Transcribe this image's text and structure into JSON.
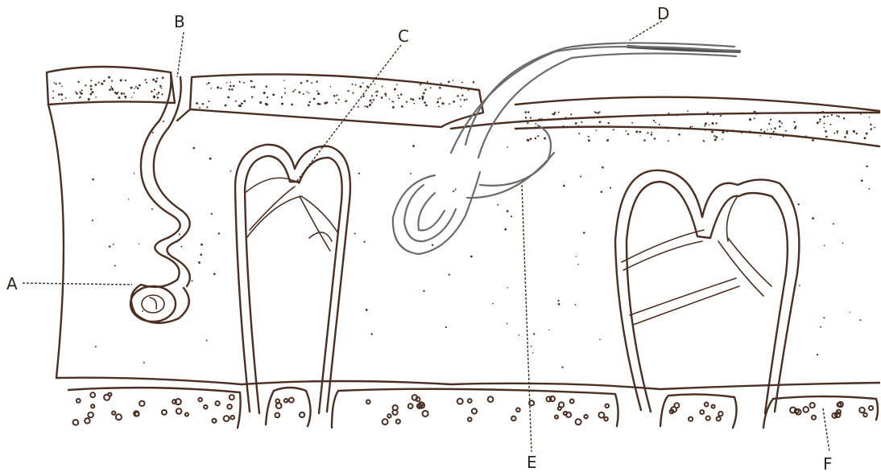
{
  "labels": {
    "a": "A",
    "b": "B",
    "c": "C",
    "d": "D",
    "e": "E",
    "f": "F"
  },
  "colors": {
    "ink": "#4a2f22",
    "hair": "#6b6b6b",
    "background": "#ffffff"
  }
}
